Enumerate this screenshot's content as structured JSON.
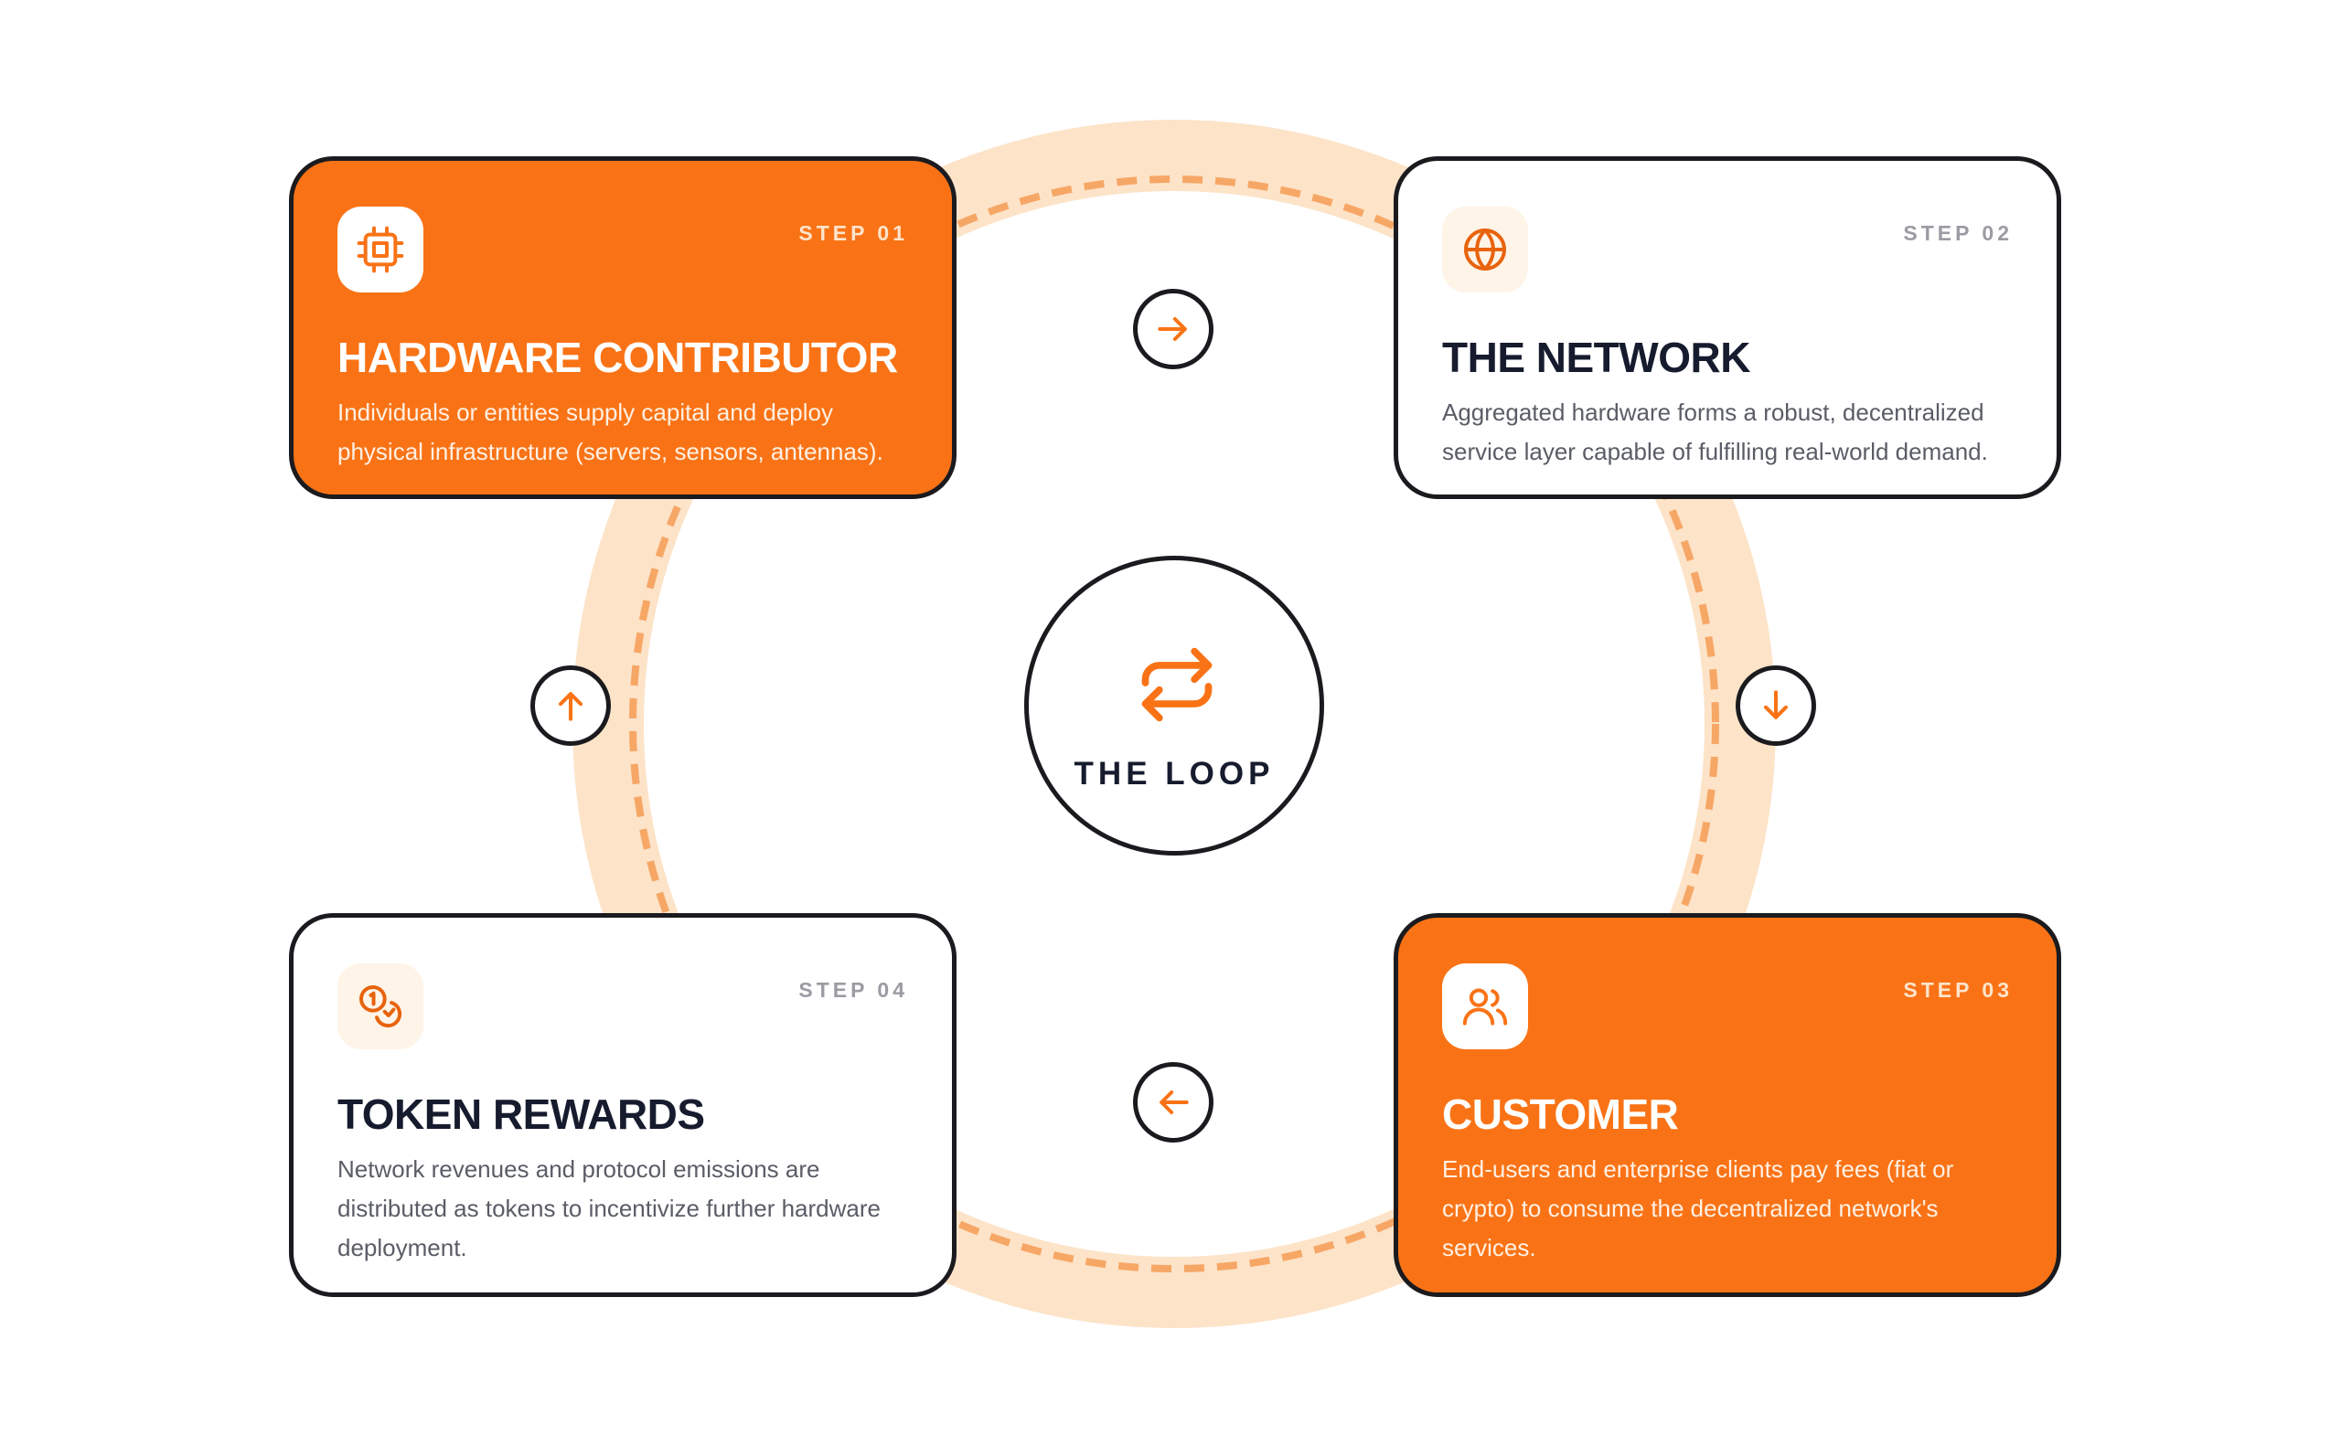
{
  "colors": {
    "accent": "#f97316",
    "ring": "#fde3c8",
    "ring_dash": "#f6a766",
    "dark": "#1b1b1f"
  },
  "hub": {
    "label": "THE LOOP",
    "icon": "repeat-icon"
  },
  "steps": [
    {
      "step": "STEP 01",
      "title": "HARDWARE CONTRIBUTOR",
      "description": "Individuals or entities supply capital and deploy physical infrastructure (servers, sensors, antennas).",
      "icon": "cpu-chip-icon",
      "style": "orange"
    },
    {
      "step": "STEP 02",
      "title": "THE NETWORK",
      "description": "Aggregated hardware forms a robust, decentralized service layer capable of fulfilling real-world demand.",
      "icon": "globe-icon",
      "style": "light"
    },
    {
      "step": "STEP 03",
      "title": "CUSTOMER",
      "description": "End-users and enterprise clients pay fees (fiat or crypto) to consume the decentralized network's services.",
      "icon": "users-icon",
      "style": "orange"
    },
    {
      "step": "STEP 04",
      "title": "TOKEN REWARDS",
      "description": "Network revenues and protocol emissions are distributed as tokens to incentivize further hardware deployment.",
      "icon": "coins-icon",
      "style": "light"
    }
  ],
  "connectors": [
    {
      "from": "STEP 01",
      "to": "STEP 02",
      "icon": "arrow-right-icon"
    },
    {
      "from": "STEP 02",
      "to": "STEP 03",
      "icon": "arrow-down-icon"
    },
    {
      "from": "STEP 03",
      "to": "STEP 04",
      "icon": "arrow-left-icon"
    },
    {
      "from": "STEP 04",
      "to": "STEP 01",
      "icon": "arrow-up-icon"
    }
  ]
}
